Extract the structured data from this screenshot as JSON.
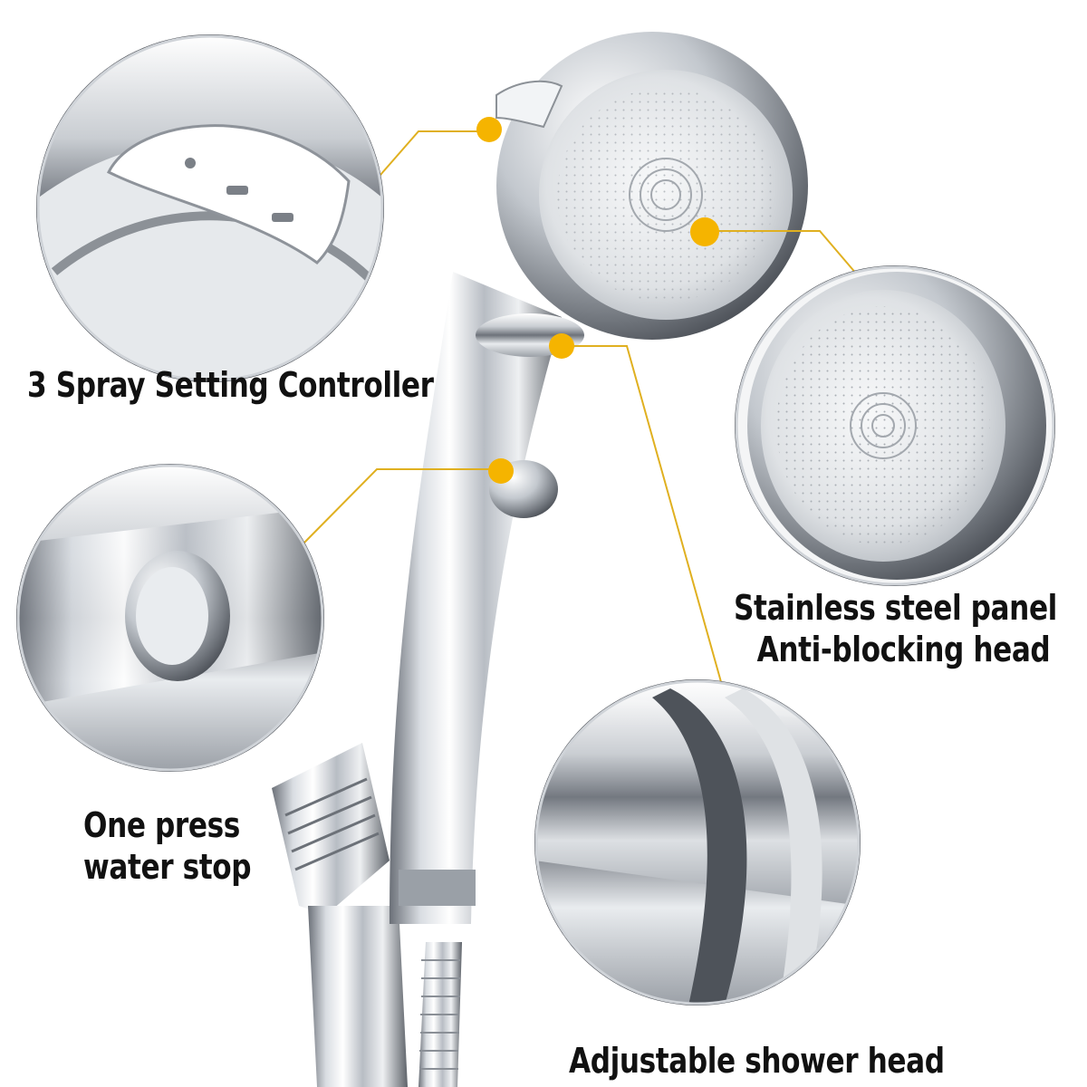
{
  "labels": {
    "spray_controller": "3 Spray Setting Controller",
    "panel_line1": "Stainless steel panel",
    "panel_line2": "Anti-blocking head",
    "stop_line1": "One press",
    "stop_line2": "water stop",
    "adjustable": "Adjustable shower head"
  },
  "colors": {
    "callout_dot": "#f5b400",
    "callout_line": "#e0b020",
    "chrome_dark": "#5a5f66",
    "chrome_light": "#f4f6f8"
  },
  "icons": [
    "shower-handheld",
    "stop-button",
    "spray-mode-buttons",
    "nozzle-face"
  ]
}
